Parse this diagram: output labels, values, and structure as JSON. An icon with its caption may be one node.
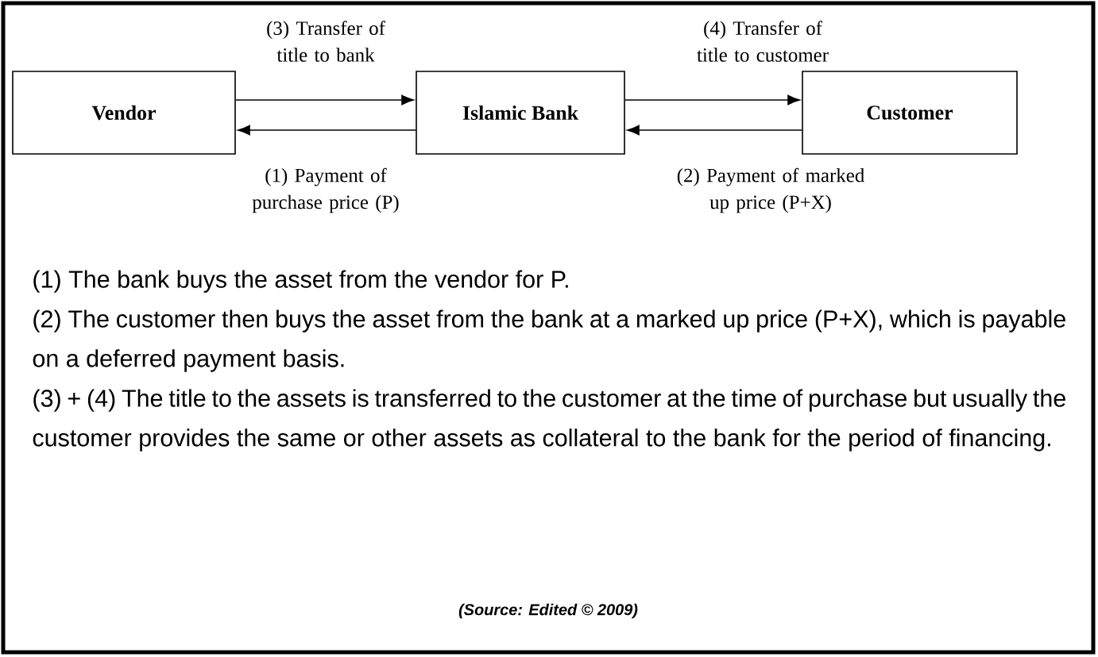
{
  "diagram": {
    "nodes": [
      {
        "text": [
          "Vendor"
        ]
      },
      {
        "text": [
          "Islamic Bank"
        ]
      },
      {
        "text": [
          "Customer"
        ]
      }
    ],
    "edges": [
      {
        "from": 0,
        "to": 1,
        "arrow": "to",
        "label": "(3) Transfer of title to bank"
      },
      {
        "from": 1,
        "to": 0,
        "arrow": "to",
        "label": "(1) Payment of purchase price (P)"
      },
      {
        "from": 1,
        "to": 2,
        "arrow": "to",
        "label": "(4) Transfer of title to customer"
      },
      {
        "from": 2,
        "to": 1,
        "arrow": "to",
        "label": "(2) Payment of marked up price (P+X)"
      }
    ],
    "labels": [
      "(1) The bank buys the asset from the vendor for P.",
      "(2) The customer then buys the asset from the bank at a marked up price (P+X), which is payable on a deferred payment basis.",
      "(3) + (4) The title to the assets is transferred to the customer at the time of purchase but usually the customer provides the same or other assets as collateral to the bank for the period of financing.",
      "(Source: Edited © 2009)"
    ]
  }
}
